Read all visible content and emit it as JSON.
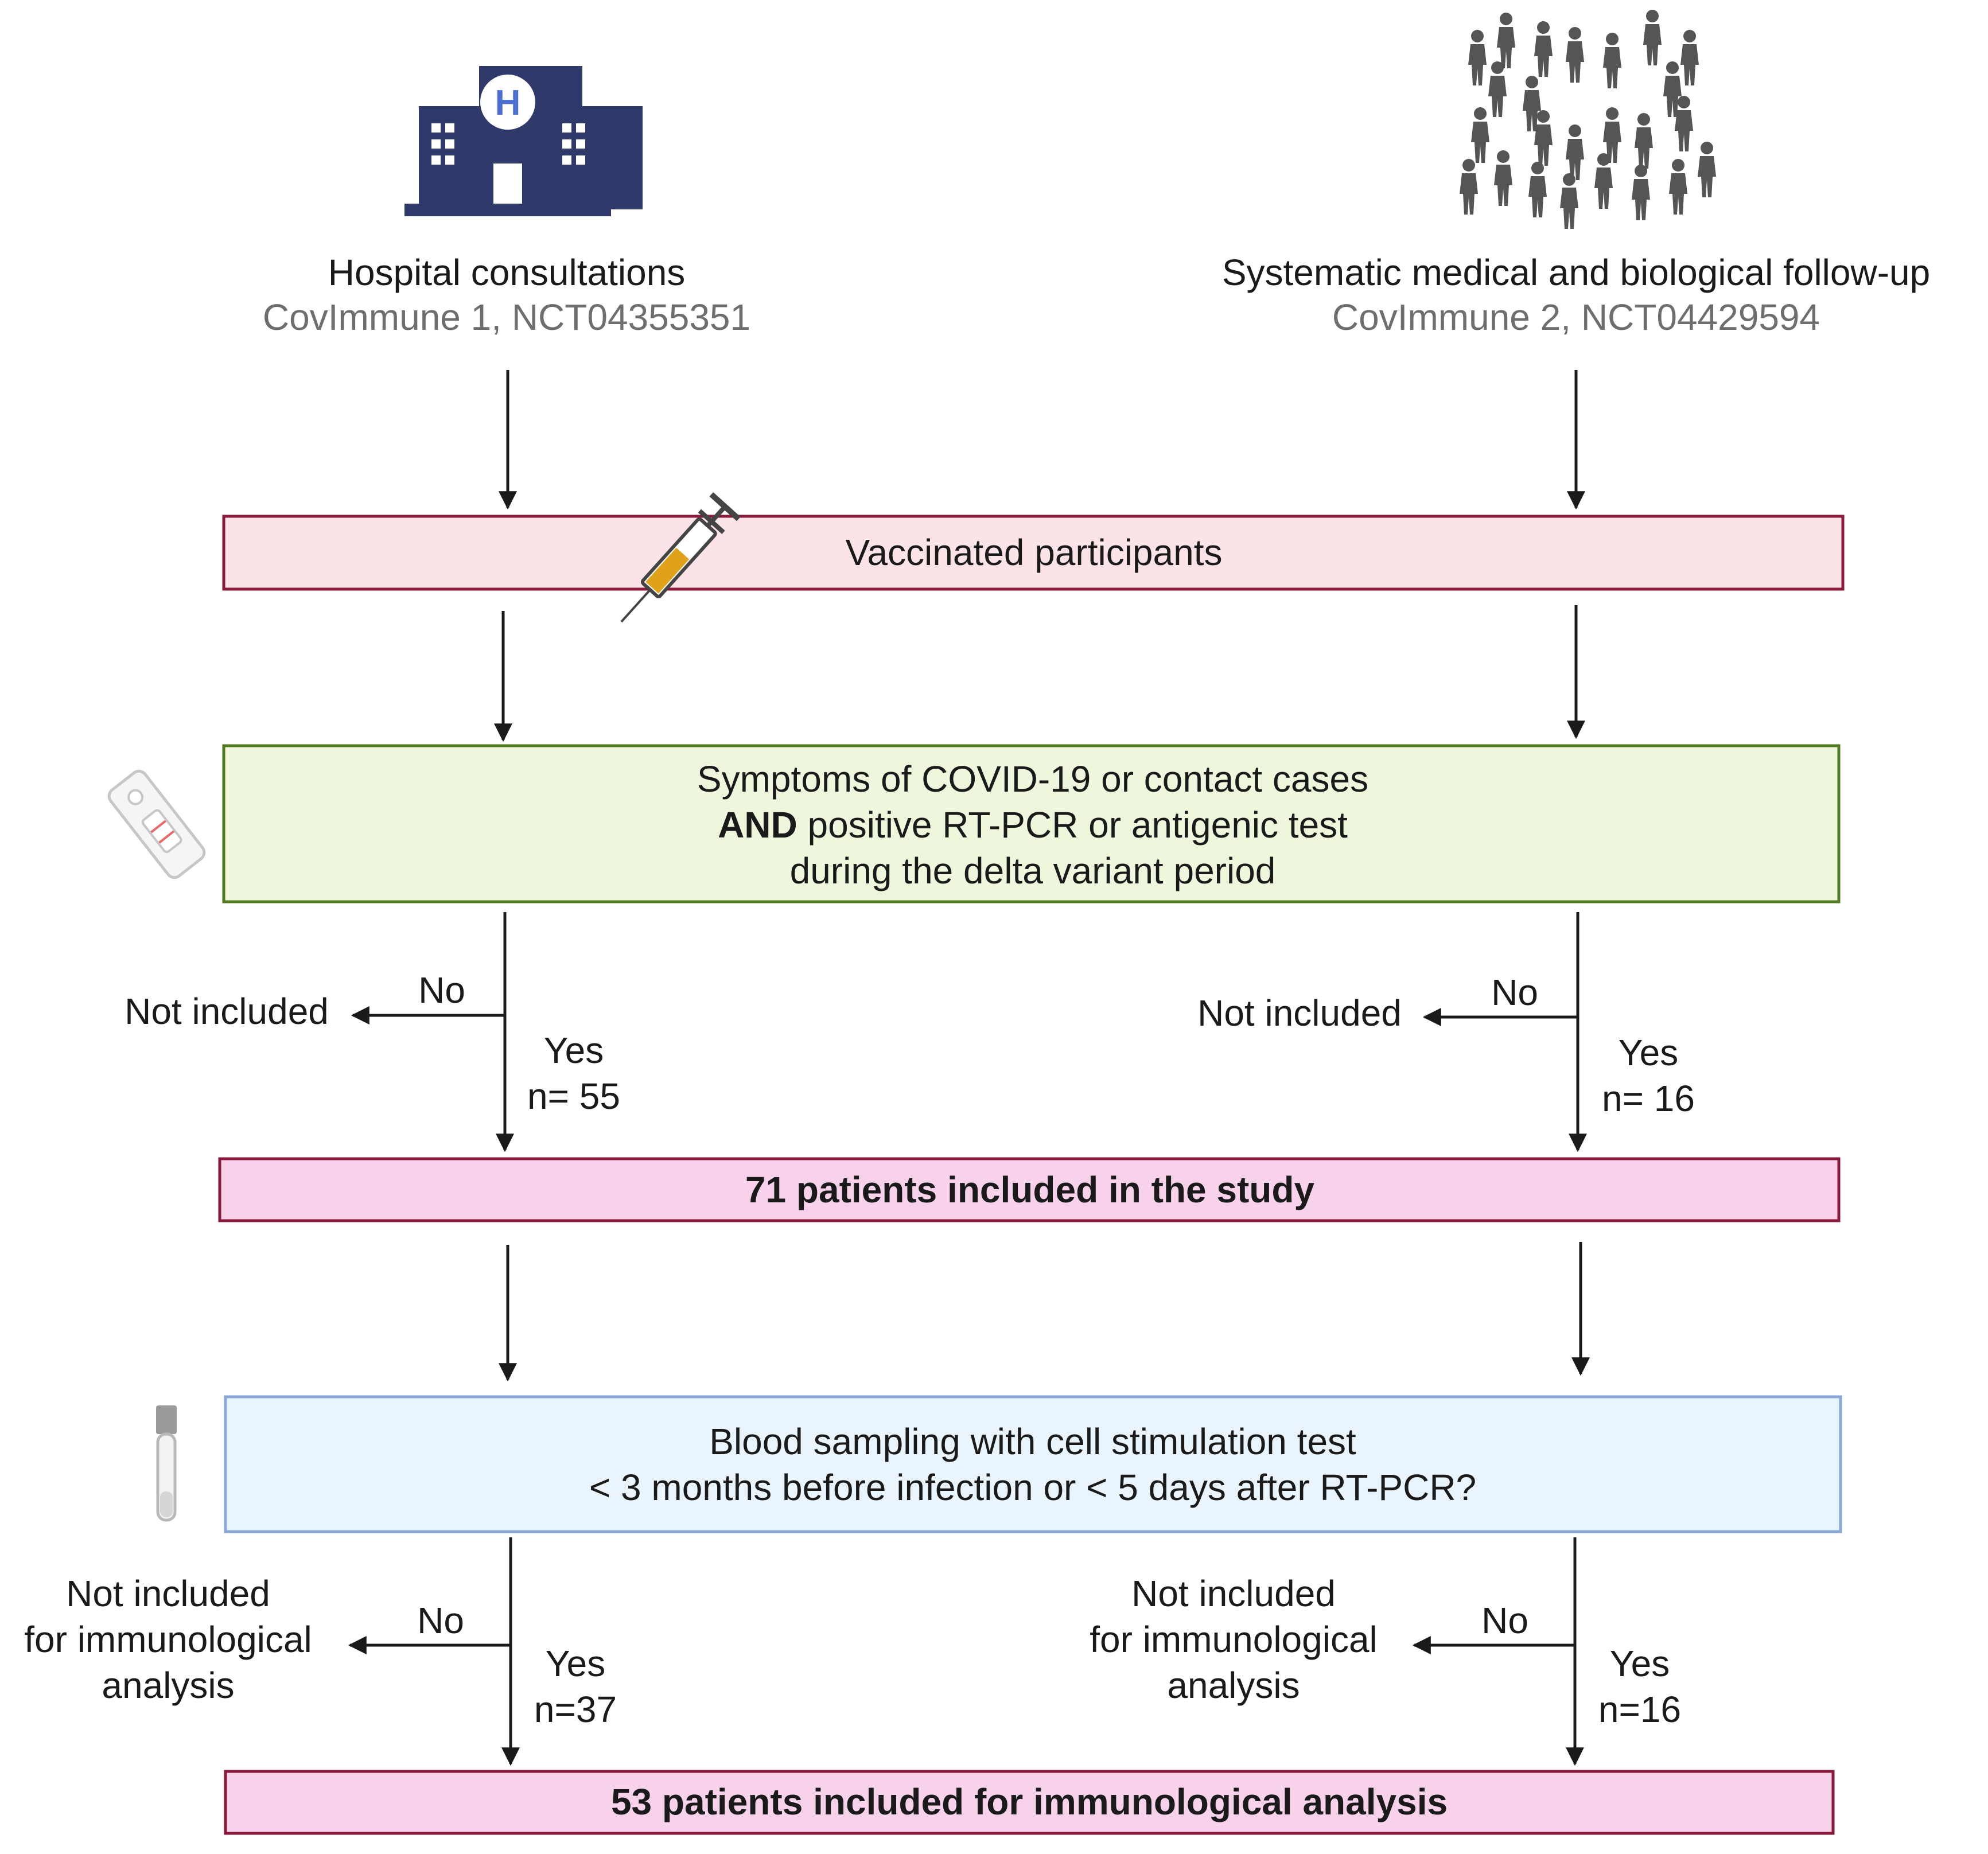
{
  "left_source": {
    "title": "Hospital consultations",
    "subtitle": "CovImmune 1, NCT04355351"
  },
  "right_source": {
    "title": "Systematic medical and biological follow-up",
    "subtitle": "CovImmune 2, NCT04429594"
  },
  "box_vaccinated": {
    "label": "Vaccinated participants"
  },
  "box_symptoms": {
    "line1": "Symptoms of COVID-19 or contact cases",
    "line2_bold": "AND",
    "line2_rest": " positive RT-PCR or antigenic test",
    "line3": "during the delta variant period"
  },
  "branch1": {
    "left_no": "No",
    "left_excluded": "Not included",
    "left_yes": "Yes",
    "left_n": "n= 55",
    "right_no": "No",
    "right_excluded": "Not included",
    "right_yes": "Yes",
    "right_n": "n= 16"
  },
  "box_included": {
    "label": "71 patients included in the study"
  },
  "box_blood": {
    "line1": "Blood sampling with cell stimulation test",
    "line2": "< 3 months before infection or < 5 days after RT-PCR?"
  },
  "branch2": {
    "left_no": "No",
    "left_excluded": [
      "Not included",
      "for immunological",
      "analysis"
    ],
    "left_yes": "Yes",
    "left_n": "n=37",
    "right_no": "No",
    "right_excluded": [
      "Not included",
      "for immunological",
      "analysis"
    ],
    "right_yes": "Yes",
    "right_n": "n=16"
  },
  "box_final": {
    "label": "53 patients included for immunological analysis"
  },
  "colors": {
    "hospital_icon": "#2f3a6b",
    "people_icon": "#5a5a5a",
    "box_pink_fill": "#fbe3e7",
    "box_pink_stroke": "#8b1a3a",
    "box_green_fill": "#eef7dc",
    "box_green_stroke": "#4f7a1f",
    "box_magenta_fill": "#f7d2ea",
    "box_magenta_stroke": "#8b1a3a",
    "box_blue_fill": "#eaf4fc",
    "box_blue_stroke": "#8aa8d8",
    "syringe_fluid": "#e0a21a"
  },
  "icons": [
    "hospital-icon",
    "people-crowd-icon",
    "syringe-icon",
    "rapid-test-icon",
    "blood-tube-icon"
  ]
}
